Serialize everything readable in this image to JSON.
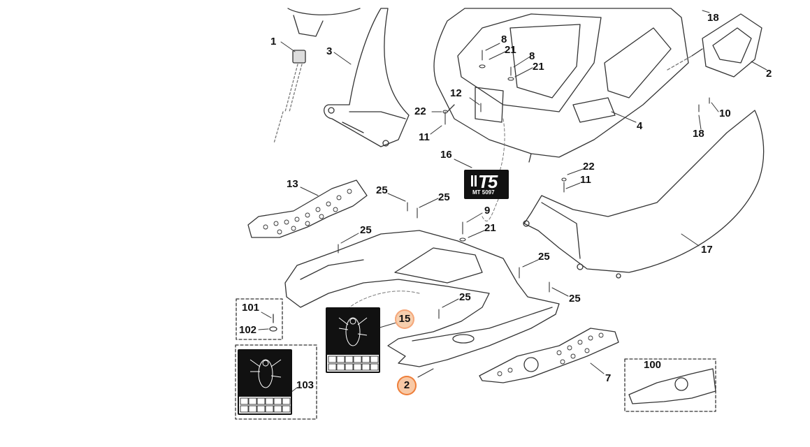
{
  "colors": {
    "line": "#333333",
    "highlight_fill": "#f6cfae",
    "highlight_ring": "#f5a77a",
    "selected_fill": "#f8c9a6",
    "selected_ring": "#ee7f3b",
    "decal_bg": "#111111"
  },
  "callouts": [
    {
      "id": "c1",
      "text": "1"
    },
    {
      "id": "c3",
      "text": "3"
    },
    {
      "id": "c8a",
      "text": "8"
    },
    {
      "id": "c21a",
      "text": "21"
    },
    {
      "id": "c8b",
      "text": "8"
    },
    {
      "id": "c21b",
      "text": "21"
    },
    {
      "id": "c18a",
      "text": "18"
    },
    {
      "id": "c2top",
      "text": "2"
    },
    {
      "id": "c12",
      "text": "12"
    },
    {
      "id": "c22a",
      "text": "22"
    },
    {
      "id": "c11a",
      "text": "11"
    },
    {
      "id": "c4",
      "text": "4"
    },
    {
      "id": "c10",
      "text": "10"
    },
    {
      "id": "c18b",
      "text": "18"
    },
    {
      "id": "c16",
      "text": "16"
    },
    {
      "id": "c22b",
      "text": "22"
    },
    {
      "id": "c11b",
      "text": "11"
    },
    {
      "id": "c13",
      "text": "13"
    },
    {
      "id": "c25a",
      "text": "25"
    },
    {
      "id": "c25b",
      "text": "25"
    },
    {
      "id": "c9",
      "text": "9"
    },
    {
      "id": "c21c",
      "text": "21"
    },
    {
      "id": "c25c",
      "text": "25"
    },
    {
      "id": "c17",
      "text": "17"
    },
    {
      "id": "c25d",
      "text": "25"
    },
    {
      "id": "c25e",
      "text": "25"
    },
    {
      "id": "c25f",
      "text": "25"
    },
    {
      "id": "c101",
      "text": "101"
    },
    {
      "id": "c102",
      "text": "102"
    },
    {
      "id": "c15",
      "text": "15",
      "state": "highlighted"
    },
    {
      "id": "c7",
      "text": "7"
    },
    {
      "id": "c100",
      "text": "100"
    },
    {
      "id": "c103",
      "text": "103"
    },
    {
      "id": "c2",
      "text": "2",
      "state": "selected"
    }
  ],
  "decal": {
    "code": "MT 5097"
  }
}
